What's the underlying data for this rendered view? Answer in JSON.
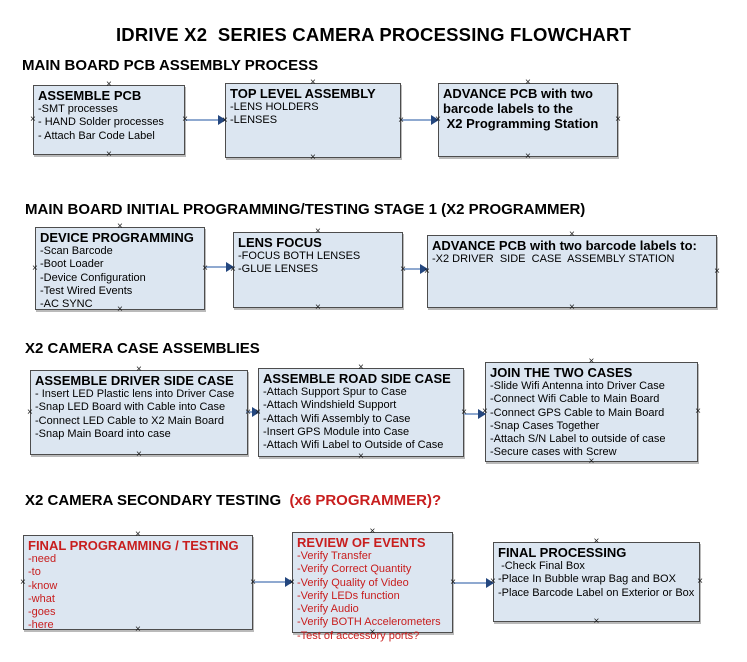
{
  "title": "IDRIVE X2  SERIES CAMERA PROCESSING FLOWCHART",
  "colors": {
    "box_fill": "#dce6f1",
    "box_border": "#4d4d4d",
    "arrow_line": "#8fa9d0",
    "arrow_head": "#24477f",
    "red_text": "#c81e1e",
    "black_text": "#000000"
  },
  "sections": [
    {
      "heading": "MAIN BOARD PCB ASSEMBLY PROCESS",
      "boxes": [
        {
          "title": "ASSEMBLE PCB",
          "items": [
            "-SMT processes",
            "- HAND Solder processes",
            "- Attach Bar Code Label"
          ]
        },
        {
          "title": "TOP LEVEL ASSEMBLY",
          "items": [
            "-LENS HOLDERS",
            "-LENSES"
          ]
        },
        {
          "title": "ADVANCE PCB with two\nbarcode labels to the\n X2 Programming Station",
          "items": []
        }
      ]
    },
    {
      "heading": "MAIN BOARD INITIAL PROGRAMMING/TESTING STAGE 1 (X2 PROGRAMMER)",
      "boxes": [
        {
          "title": "DEVICE PROGRAMMING",
          "items": [
            "-Scan Barcode",
            "-Boot Loader",
            "-Device Configuration",
            "-Test Wired Events",
            "-AC SYNC"
          ]
        },
        {
          "title": "LENS FOCUS",
          "items": [
            "-FOCUS BOTH LENSES",
            "-GLUE LENSES"
          ]
        },
        {
          "title": "ADVANCE PCB with two barcode labels to:",
          "items": [
            "-X2 DRIVER  SIDE  CASE  ASSEMBLY STATION"
          ]
        }
      ]
    },
    {
      "heading": "X2 CAMERA CASE ASSEMBLIES",
      "boxes": [
        {
          "title": "ASSEMBLE DRIVER SIDE CASE",
          "items": [
            "- Insert LED Plastic lens into Driver Case",
            "-Snap LED Board with Cable into Case",
            "-Connect LED Cable to X2 Main Board",
            "-Snap Main Board into case"
          ]
        },
        {
          "title": "ASSEMBLE ROAD SIDE CASE",
          "items": [
            "-Attach Support Spur to Case",
            "-Attach Windshield Support",
            "-Attach Wifi Assembly to Case",
            "-Insert GPS Module into Case",
            "-Attach Wifi Label to Outside of Case"
          ]
        },
        {
          "title": "JOIN THE TWO CASES",
          "items": [
            "-Slide Wifi Antenna into Driver Case",
            "-Connect Wifi Cable to Main Board",
            "-Connect GPS Cable to Main Board",
            "-Snap Cases Together",
            "-Attach S/N Label to outside of case",
            "-Secure cases with Screw"
          ]
        }
      ]
    },
    {
      "heading": "X2 CAMERA SECONDARY TESTING  ",
      "heading_red": "(x6 PROGRAMMER)?",
      "boxes": [
        {
          "title": "FINAL PROGRAMMING / TESTING",
          "red": true,
          "items": [
            "-need",
            "-to",
            "-know",
            "-what",
            "-goes",
            "-here"
          ]
        },
        {
          "title": "REVIEW OF EVENTS",
          "red": true,
          "items": [
            "-Verify Transfer",
            "-Verify Correct Quantity",
            "-Verify Quality of Video",
            "-Verify LEDs function",
            "-Verify Audio",
            "-Verify BOTH Accelerometers",
            "-Test of accessory ports?"
          ]
        },
        {
          "title": "FINAL PROCESSING",
          "items": [
            " -Check Final Box",
            "-Place In Bubble wrap Bag and BOX",
            "-Place Barcode Label on Exterior or Box"
          ]
        }
      ]
    }
  ]
}
